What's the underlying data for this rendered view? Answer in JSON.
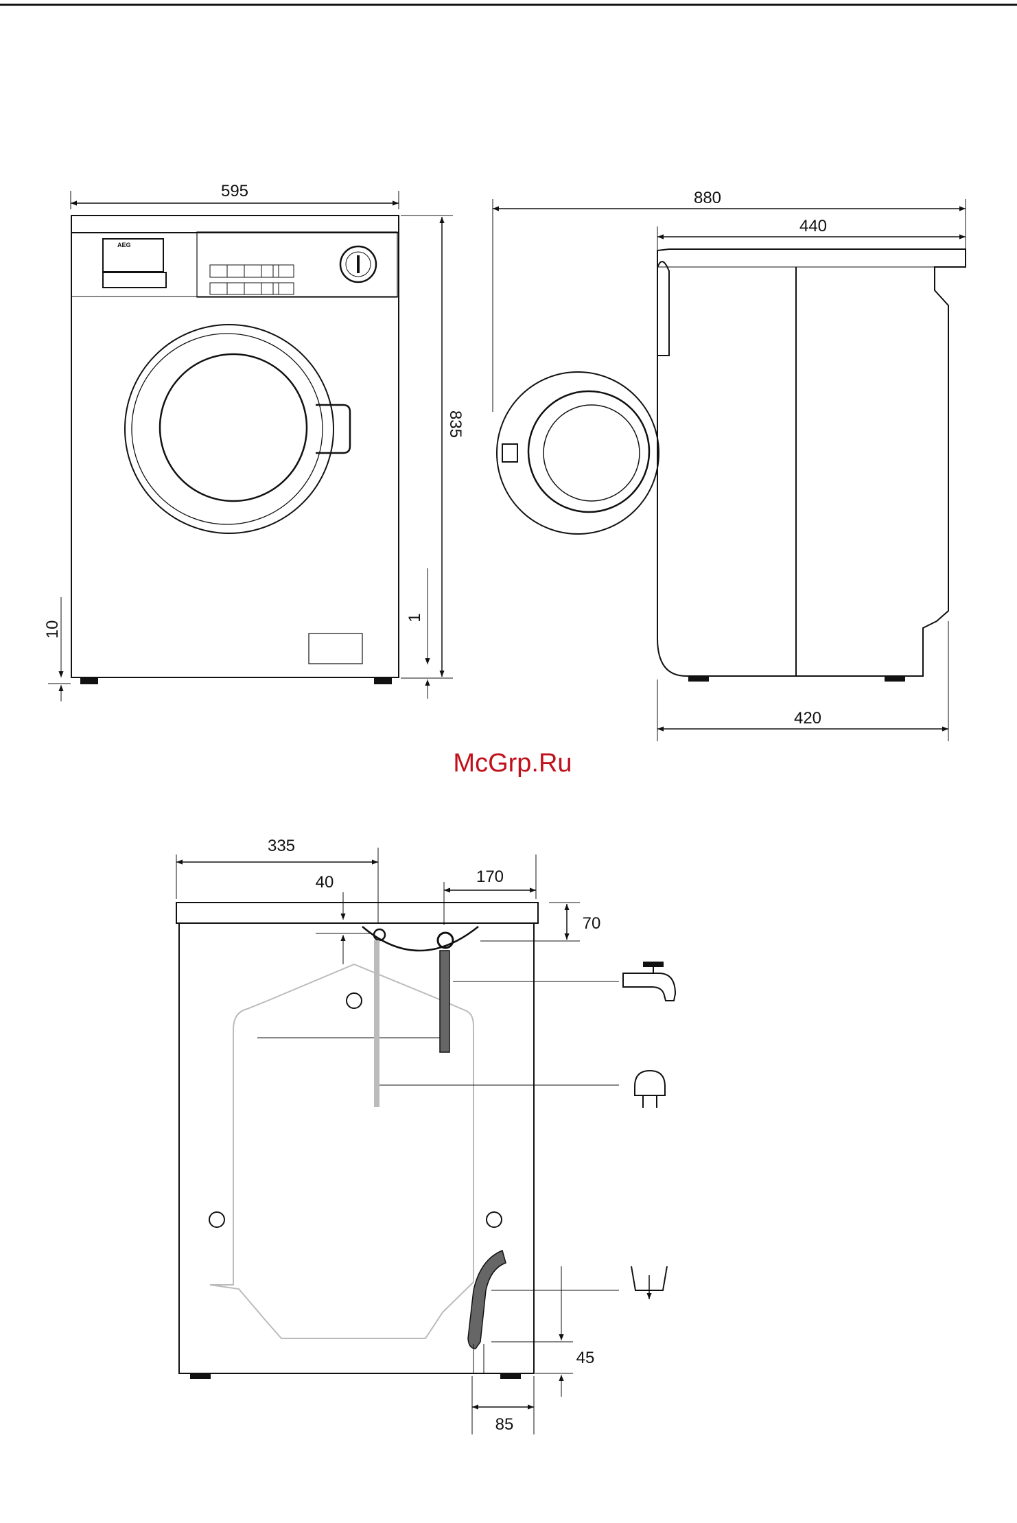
{
  "watermark": "McGrp.Ru",
  "front_view": {
    "width_label": "595",
    "height_label": "835",
    "foot_label": "10",
    "adjust_label": "1",
    "brand": "AEG"
  },
  "side_view": {
    "depth_door_open_label": "880",
    "depth_label": "440",
    "base_depth_label": "420"
  },
  "rear_view": {
    "inlet_offset_label": "335",
    "top_offset_label": "40",
    "right_offset_label": "170",
    "top_height_label": "70",
    "drain_height_label": "45",
    "drain_offset_label": "85"
  },
  "icons": {
    "tap": "water-tap-icon",
    "plug": "power-plug-icon",
    "drain": "drain-outlet-icon"
  }
}
